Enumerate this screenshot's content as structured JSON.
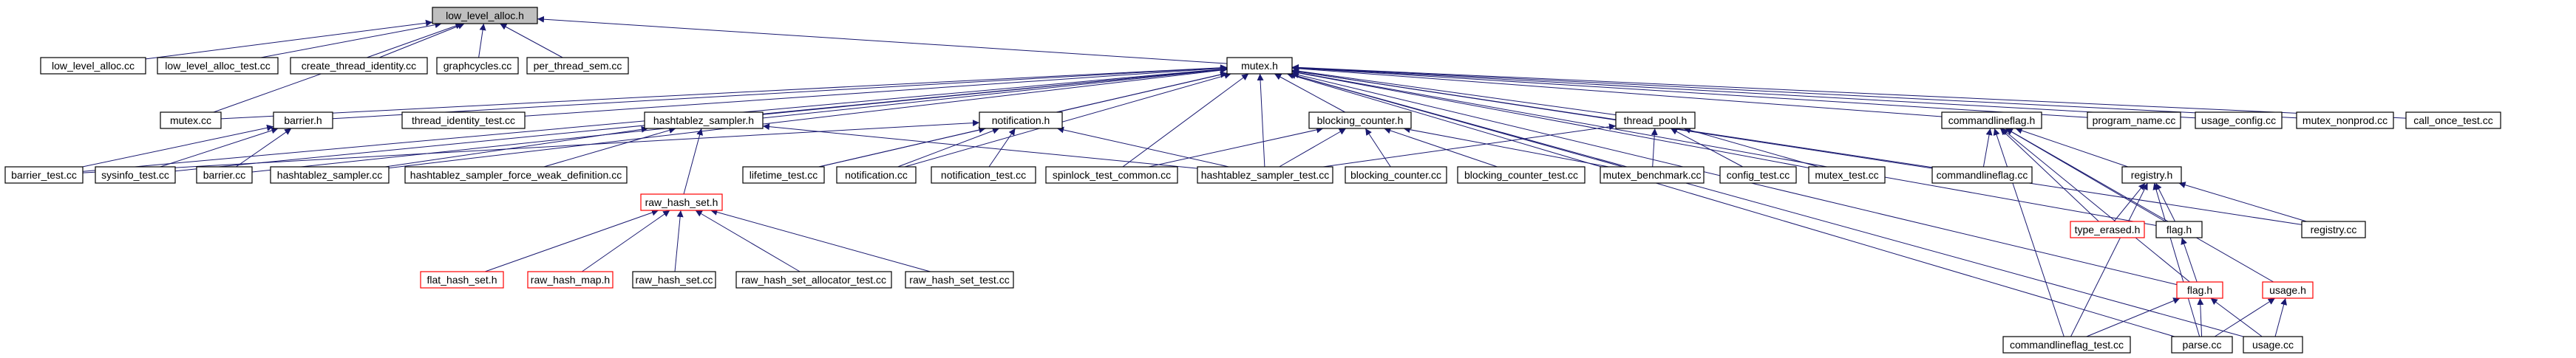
{
  "colors": {
    "edge": "#191970",
    "node_border": "#000000",
    "missing_border": "#ff0000",
    "root_fill": "#bfbfbf",
    "node_fill": "#ffffff"
  },
  "nodes": [
    {
      "id": "low_level_alloc_h",
      "label": "low_level_alloc.h",
      "kind": "root"
    },
    {
      "id": "low_level_alloc_cc",
      "label": "low_level_alloc.cc"
    },
    {
      "id": "low_level_alloc_test_cc",
      "label": "low_level_alloc_test.cc"
    },
    {
      "id": "create_thread_identity_cc",
      "label": "create_thread_identity.cc"
    },
    {
      "id": "graphcycles_cc",
      "label": "graphcycles.cc"
    },
    {
      "id": "per_thread_sem_cc",
      "label": "per_thread_sem.cc"
    },
    {
      "id": "mutex_h",
      "label": "mutex.h"
    },
    {
      "id": "mutex_cc",
      "label": "mutex.cc"
    },
    {
      "id": "barrier_h",
      "label": "barrier.h"
    },
    {
      "id": "thread_identity_test_cc",
      "label": "thread_identity_test.cc"
    },
    {
      "id": "hashtablez_sampler_h",
      "label": "hashtablez_sampler.h"
    },
    {
      "id": "notification_h",
      "label": "notification.h"
    },
    {
      "id": "blocking_counter_h",
      "label": "blocking_counter.h"
    },
    {
      "id": "thread_pool_h",
      "label": "thread_pool.h"
    },
    {
      "id": "commandlineflag_h",
      "label": "commandlineflag.h"
    },
    {
      "id": "program_name_cc",
      "label": "program_name.cc"
    },
    {
      "id": "usage_config_cc",
      "label": "usage_config.cc"
    },
    {
      "id": "mutex_nonprod_cc",
      "label": "mutex_nonprod.cc"
    },
    {
      "id": "call_once_test_cc",
      "label": "call_once_test.cc"
    },
    {
      "id": "barrier_test_cc",
      "label": "barrier_test.cc"
    },
    {
      "id": "sysinfo_test_cc",
      "label": "sysinfo_test.cc"
    },
    {
      "id": "barrier_cc",
      "label": "barrier.cc"
    },
    {
      "id": "hashtablez_sampler_cc",
      "label": "hashtablez_sampler.cc"
    },
    {
      "id": "hashtablez_sampler_force_weak_definition_cc",
      "label": "hashtablez_sampler_force_weak_definition.cc"
    },
    {
      "id": "raw_hash_set_h",
      "label": "raw_hash_set.h",
      "kind": "missing"
    },
    {
      "id": "lifetime_test_cc",
      "label": "lifetime_test.cc"
    },
    {
      "id": "notification_cc",
      "label": "notification.cc"
    },
    {
      "id": "notification_test_cc",
      "label": "notification_test.cc"
    },
    {
      "id": "spinlock_test_common_cc",
      "label": "spinlock_test_common.cc"
    },
    {
      "id": "hashtablez_sampler_test_cc",
      "label": "hashtablez_sampler_test.cc"
    },
    {
      "id": "blocking_counter_cc",
      "label": "blocking_counter.cc"
    },
    {
      "id": "blocking_counter_test_cc",
      "label": "blocking_counter_test.cc"
    },
    {
      "id": "mutex_benchmark_cc",
      "label": "mutex_benchmark.cc"
    },
    {
      "id": "config_test_cc",
      "label": "config_test.cc"
    },
    {
      "id": "mutex_test_cc",
      "label": "mutex_test.cc"
    },
    {
      "id": "commandlineflag_cc",
      "label": "commandlineflag.cc"
    },
    {
      "id": "registry_h",
      "label": "registry.h"
    },
    {
      "id": "flat_hash_set_h",
      "label": "flat_hash_set.h",
      "kind": "missing"
    },
    {
      "id": "raw_hash_map_h",
      "label": "raw_hash_map.h",
      "kind": "missing"
    },
    {
      "id": "raw_hash_set_cc",
      "label": "raw_hash_set.cc"
    },
    {
      "id": "raw_hash_set_allocator_test_cc",
      "label": "raw_hash_set_allocator_test.cc"
    },
    {
      "id": "raw_hash_set_test_cc",
      "label": "raw_hash_set_test.cc"
    },
    {
      "id": "type_erased_h",
      "label": "type_erased.h",
      "kind": "missing"
    },
    {
      "id": "flag_h_1",
      "label": "flag.h"
    },
    {
      "id": "registry_cc",
      "label": "registry.cc"
    },
    {
      "id": "flag_h_2",
      "label": "flag.h",
      "kind": "missing"
    },
    {
      "id": "usage_h",
      "label": "usage.h",
      "kind": "missing"
    },
    {
      "id": "commandlineflag_test_cc",
      "label": "commandlineflag_test.cc"
    },
    {
      "id": "parse_cc",
      "label": "parse.cc"
    },
    {
      "id": "usage_cc",
      "label": "usage.cc"
    }
  ],
  "edges": [
    [
      "low_level_alloc_cc",
      "low_level_alloc_h"
    ],
    [
      "low_level_alloc_test_cc",
      "low_level_alloc_h"
    ],
    [
      "create_thread_identity_cc",
      "low_level_alloc_h"
    ],
    [
      "graphcycles_cc",
      "low_level_alloc_h"
    ],
    [
      "per_thread_sem_cc",
      "low_level_alloc_h"
    ],
    [
      "mutex_h",
      "low_level_alloc_h"
    ],
    [
      "mutex_cc",
      "low_level_alloc_h"
    ],
    [
      "mutex_cc",
      "mutex_h"
    ],
    [
      "barrier_h",
      "mutex_h"
    ],
    [
      "thread_identity_test_cc",
      "mutex_h"
    ],
    [
      "hashtablez_sampler_h",
      "mutex_h"
    ],
    [
      "notification_h",
      "mutex_h"
    ],
    [
      "blocking_counter_h",
      "mutex_h"
    ],
    [
      "thread_pool_h",
      "mutex_h"
    ],
    [
      "commandlineflag_h",
      "mutex_h"
    ],
    [
      "program_name_cc",
      "mutex_h"
    ],
    [
      "usage_config_cc",
      "mutex_h"
    ],
    [
      "mutex_nonprod_cc",
      "mutex_h"
    ],
    [
      "call_once_test_cc",
      "mutex_h"
    ],
    [
      "barrier_test_cc",
      "mutex_h"
    ],
    [
      "sysinfo_test_cc",
      "mutex_h"
    ],
    [
      "barrier_cc",
      "mutex_h"
    ],
    [
      "hashtablez_sampler_cc",
      "mutex_h"
    ],
    [
      "lifetime_test_cc",
      "mutex_h"
    ],
    [
      "notification_cc",
      "mutex_h"
    ],
    [
      "spinlock_test_common_cc",
      "mutex_h"
    ],
    [
      "hashtablez_sampler_test_cc",
      "mutex_h"
    ],
    [
      "mutex_benchmark_cc",
      "mutex_h"
    ],
    [
      "mutex_test_cc",
      "mutex_h"
    ],
    [
      "commandlineflag_cc",
      "mutex_h"
    ],
    [
      "registry_cc",
      "mutex_h"
    ],
    [
      "flag_h_1",
      "mutex_h"
    ],
    [
      "flag_h_2",
      "mutex_h"
    ],
    [
      "usage_cc",
      "mutex_h"
    ],
    [
      "parse_cc",
      "mutex_h"
    ],
    [
      "barrier_test_cc",
      "barrier_h"
    ],
    [
      "sysinfo_test_cc",
      "barrier_h"
    ],
    [
      "barrier_cc",
      "barrier_h"
    ],
    [
      "hashtablez_sampler_cc",
      "hashtablez_sampler_h"
    ],
    [
      "hashtablez_sampler_force_weak_definition_cc",
      "hashtablez_sampler_h"
    ],
    [
      "raw_hash_set_h",
      "hashtablez_sampler_h"
    ],
    [
      "hashtablez_sampler_test_cc",
      "hashtablez_sampler_h"
    ],
    [
      "lifetime_test_cc",
      "notification_h"
    ],
    [
      "notification_cc",
      "notification_h"
    ],
    [
      "notification_test_cc",
      "notification_h"
    ],
    [
      "hashtablez_sampler_test_cc",
      "notification_h"
    ],
    [
      "barrier_test_cc",
      "notification_h"
    ],
    [
      "spinlock_test_common_cc",
      "blocking_counter_h"
    ],
    [
      "hashtablez_sampler_test_cc",
      "blocking_counter_h"
    ],
    [
      "blocking_counter_cc",
      "blocking_counter_h"
    ],
    [
      "blocking_counter_test_cc",
      "blocking_counter_h"
    ],
    [
      "mutex_benchmark_cc",
      "blocking_counter_h"
    ],
    [
      "mutex_benchmark_cc",
      "thread_pool_h"
    ],
    [
      "config_test_cc",
      "thread_pool_h"
    ],
    [
      "mutex_test_cc",
      "thread_pool_h"
    ],
    [
      "hashtablez_sampler_test_cc",
      "thread_pool_h"
    ],
    [
      "commandlineflag_cc",
      "commandlineflag_h"
    ],
    [
      "registry_h",
      "commandlineflag_h"
    ],
    [
      "type_erased_h",
      "commandlineflag_h"
    ],
    [
      "flag_h_1",
      "commandlineflag_h"
    ],
    [
      "flag_h_2",
      "commandlineflag_h"
    ],
    [
      "usage_h",
      "commandlineflag_h"
    ],
    [
      "commandlineflag_test_cc",
      "commandlineflag_h"
    ],
    [
      "flat_hash_set_h",
      "raw_hash_set_h"
    ],
    [
      "raw_hash_map_h",
      "raw_hash_set_h"
    ],
    [
      "raw_hash_set_cc",
      "raw_hash_set_h"
    ],
    [
      "raw_hash_set_allocator_test_cc",
      "raw_hash_set_h"
    ],
    [
      "raw_hash_set_test_cc",
      "raw_hash_set_h"
    ],
    [
      "type_erased_h",
      "registry_h"
    ],
    [
      "flag_h_1",
      "registry_h"
    ],
    [
      "registry_cc",
      "registry_h"
    ],
    [
      "commandlineflag_test_cc",
      "registry_h"
    ],
    [
      "parse_cc",
      "registry_h"
    ],
    [
      "flag_h_2",
      "flag_h_1"
    ],
    [
      "commandlineflag_test_cc",
      "flag_h_2"
    ],
    [
      "parse_cc",
      "flag_h_2"
    ],
    [
      "usage_cc",
      "flag_h_2"
    ],
    [
      "parse_cc",
      "usage_h"
    ],
    [
      "usage_cc",
      "usage_h"
    ]
  ]
}
